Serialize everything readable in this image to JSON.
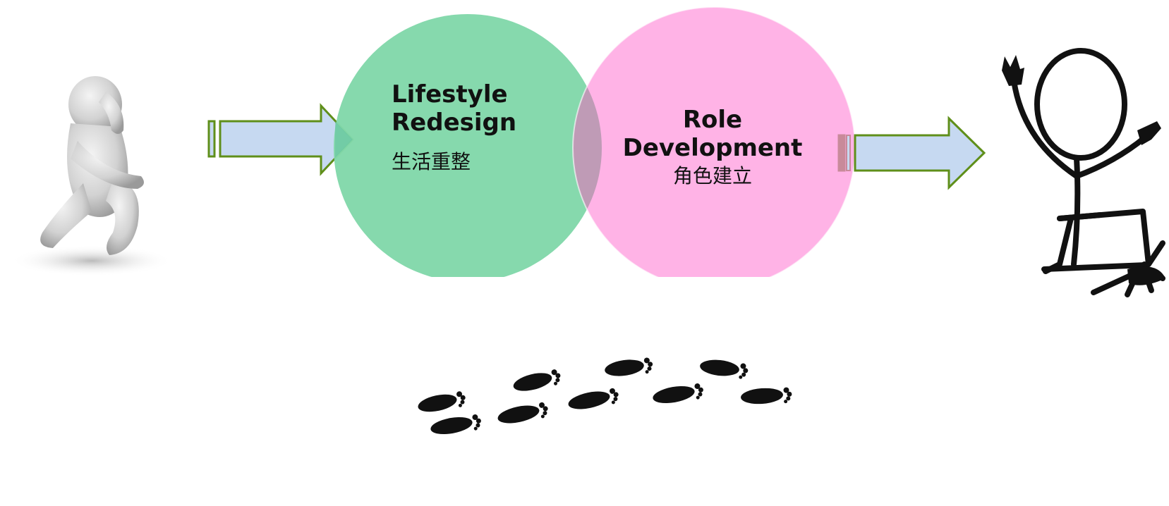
{
  "diagram": {
    "circle_left": {
      "title_line1": "Lifestyle",
      "title_line2": "Redesign",
      "subtitle": "生活重整",
      "color": "#82d8aa"
    },
    "circle_right": {
      "title_line1": "Role",
      "title_line2": "Development",
      "subtitle": "角色建立",
      "color": "#ffb3e6"
    },
    "overlap_color": "#bf9bb6",
    "arrow_fill": "#c6d9f1",
    "arrow_stroke": "#5f8f1a",
    "icons": [
      "sad-person-figure-icon",
      "footprints-icon",
      "happy-stick-figure-icon"
    ]
  }
}
